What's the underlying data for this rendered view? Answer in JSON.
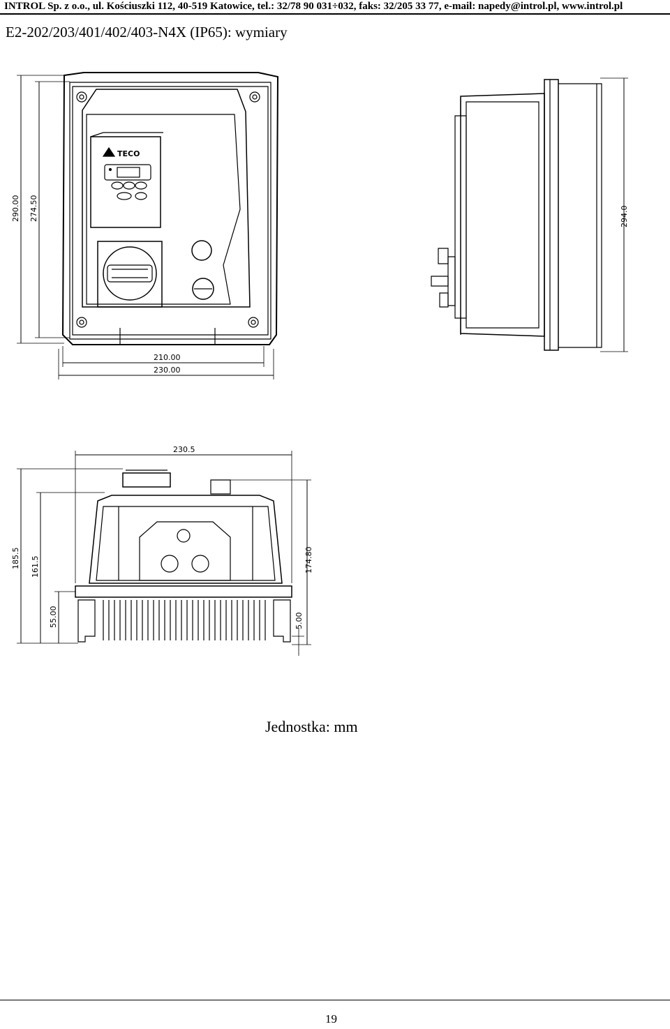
{
  "header": {
    "company_line": "INTROL Sp. z o.o., ul. Kościuszki 112, 40-519 Katowice, tel.: 32/78 90 031÷032, faks: 32/205 33 77, e-mail: napedy@introl.pl, www.introl.pl"
  },
  "title": "E2-202/203/401/402/403-N4X (IP65): wymiary",
  "front_view": {
    "dims": {
      "h_outer": "290.00",
      "h_inner": "274.50",
      "w_inner": "210.00",
      "w_outer": "230.00"
    },
    "logo_text": "TECO"
  },
  "side_view": {
    "dims": {
      "height": "294.0"
    }
  },
  "bottom_view": {
    "dims": {
      "width": "230.5",
      "h1": "185.5",
      "h2": "161.5",
      "h3": "55.00",
      "h4": "174.80",
      "h5": "5.00"
    }
  },
  "unit_label": "Jednostka: mm",
  "page_number": "19"
}
